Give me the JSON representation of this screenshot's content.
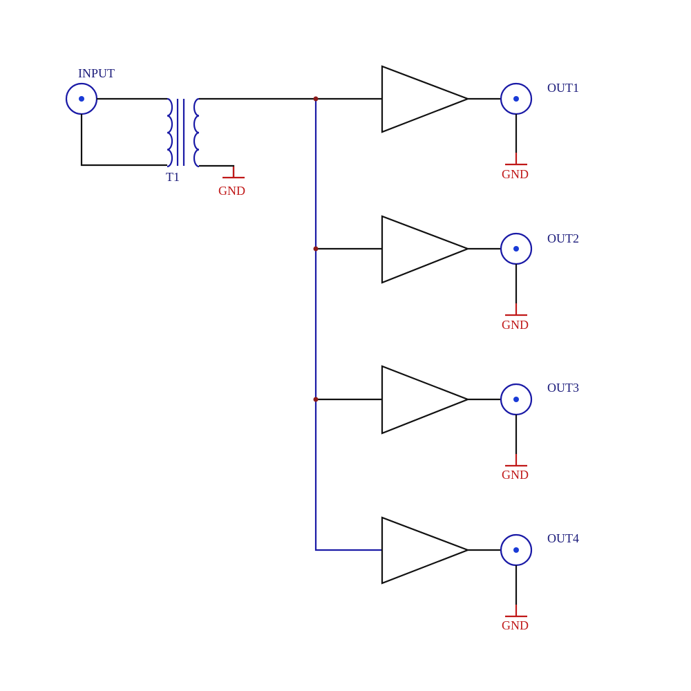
{
  "labels": {
    "input": "INPUT",
    "transformer": "T1",
    "gnd": "GND",
    "outputs": [
      "OUT1",
      "OUT2",
      "OUT3",
      "OUT4"
    ]
  },
  "colors": {
    "wire": "#1a1aa6",
    "buffer": "#111111",
    "junction": "#8b1a1a",
    "ground": "#c01818",
    "connector_center": "#1a3bd6",
    "label": "#1a1a7a"
  }
}
